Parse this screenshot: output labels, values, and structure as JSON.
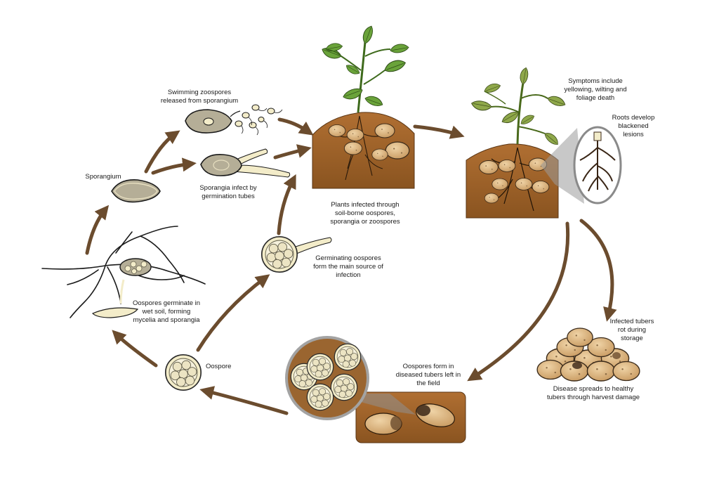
{
  "labels": {
    "swimming_zoospores": [
      "Swimming zoospores",
      "released from sporangium"
    ],
    "sporangium": [
      "Sporangium"
    ],
    "sporangia_infect": [
      "Sporangia infect by",
      "germination tubes"
    ],
    "plants_infected": [
      "Plants infected through",
      "soil-borne oospores,",
      "sporangia or zoospores"
    ],
    "symptoms": [
      "Symptoms include",
      "yellowing, wilting and",
      "foliage death"
    ],
    "roots_develop": [
      "Roots develop",
      "blackened",
      "lesions"
    ],
    "germinating_oospores": [
      "Germinating oospores",
      "form the main source of",
      "infection"
    ],
    "oospores_germinate": [
      "Oospores germinate in",
      "wet soil, forming",
      "mycelia and sporangia"
    ],
    "oospore": [
      "Oospore"
    ],
    "oospores_form": [
      "Oospores form in",
      "diseased tubers left in",
      "the field"
    ],
    "infected_tubers": [
      "Infected tubers",
      "rot during",
      "storage"
    ],
    "disease_spreads": [
      "Disease spreads to healthy",
      "tubers through harvest damage"
    ]
  },
  "colors": {
    "arrow": "#6b4c2e",
    "soil": "#a0642c",
    "soil_dark": "#7a4a1e",
    "tuber": "#dcb887",
    "leaf": "#6aa33a",
    "spore_fill": "#f3ecc9",
    "sporangium_fill": "#b5ae97"
  }
}
